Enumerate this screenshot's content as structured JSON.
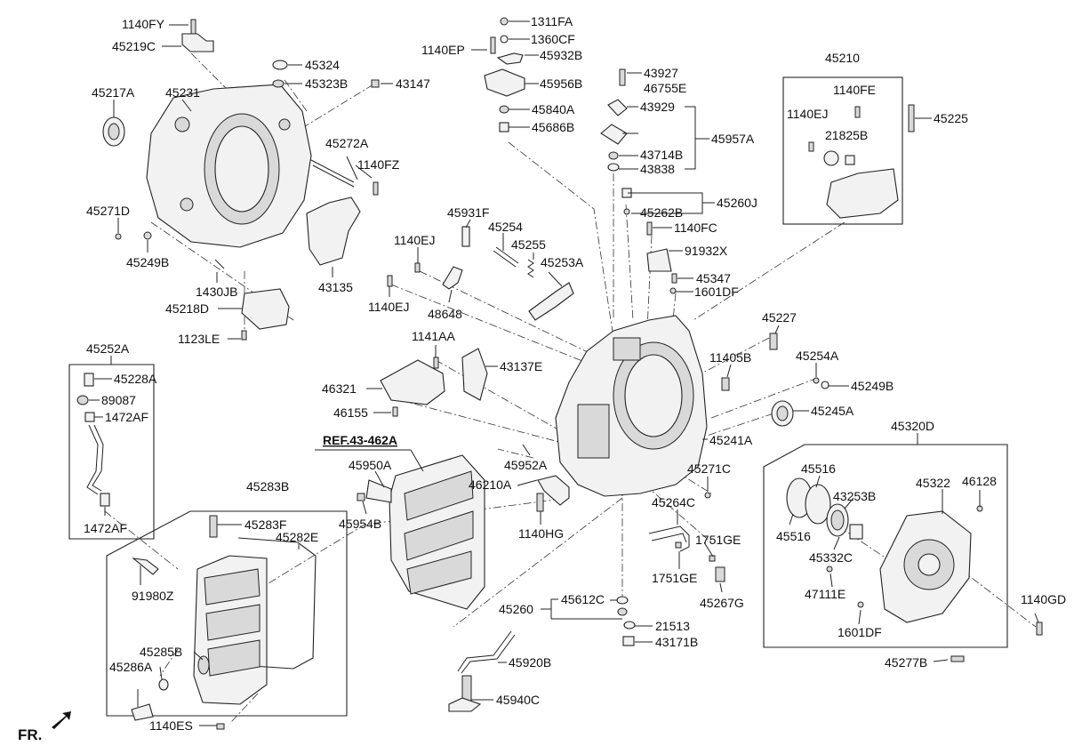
{
  "labels": {
    "l_1140FY": "1140FY",
    "l_45219C": "45219C",
    "l_1311FA": "1311FA",
    "l_1140EP": "1140EP",
    "l_1360CF": "1360CF",
    "l_45932B": "45932B",
    "l_45324": "45324",
    "l_45323B": "45323B",
    "l_43147": "43147",
    "l_45956B": "45956B",
    "l_43927": "43927",
    "l_46755E": "46755E",
    "l_45210": "45210",
    "l_1140FE": "1140FE",
    "l_45217A": "45217A",
    "l_45231": "45231",
    "l_45840A": "45840A",
    "l_43929": "43929",
    "l_45686B": "45686B",
    "l_1140EJ_top": "1140EJ",
    "l_45225": "45225",
    "l_21825B": "21825B",
    "l_45957A": "45957A",
    "l_45272A": "45272A",
    "l_43714B": "43714B",
    "l_1140FZ": "1140FZ",
    "l_43838": "43838",
    "l_45271D": "45271D",
    "l_45931F": "45931F",
    "l_45260J": "45260J",
    "l_45262B": "45262B",
    "l_45254": "45254",
    "l_1140EJ_mid": "1140EJ",
    "l_1140FC": "1140FC",
    "l_45249B_left": "45249B",
    "l_45255": "45255",
    "l_91932X": "91932X",
    "l_45253A": "45253A",
    "l_1430JB": "1430JB",
    "l_43135": "43135",
    "l_1140EJ_low": "1140EJ",
    "l_45347": "45347",
    "l_1601DF_mid": "1601DF",
    "l_45218D": "45218D",
    "l_48648": "48648",
    "l_45227": "45227",
    "l_1123LE": "1123LE",
    "l_1141AA": "1141AA",
    "l_45252A": "45252A",
    "l_11405B": "11405B",
    "l_45254A": "45254A",
    "l_45228A": "45228A",
    "l_46321": "46321",
    "l_43137E": "43137E",
    "l_45249B_right": "45249B",
    "l_89087": "89087",
    "l_46155": "46155",
    "l_45245A": "45245A",
    "l_1472AF_top": "1472AF",
    "l_45320D": "45320D",
    "l_45241A": "45241A",
    "l_ref": "REF.43-462A",
    "l_45952A": "45952A",
    "l_45950A": "45950A",
    "l_45516_top": "45516",
    "l_45271C": "45271C",
    "l_46210A": "46210A",
    "l_43253B": "43253B",
    "l_45322": "45322",
    "l_46128": "46128",
    "l_45283B": "45283B",
    "l_45264C": "45264C",
    "l_45954B": "45954B",
    "l_1472AF_bottom": "1472AF",
    "l_45516_bot": "45516",
    "l_45283F": "45283F",
    "l_1140HG": "1140HG",
    "l_45282E": "45282E",
    "l_1751GE_a": "1751GE",
    "l_45332C": "45332C",
    "l_91980Z": "91980Z",
    "l_1751GE_b": "1751GE",
    "l_47111E": "47111E",
    "l_45612C": "45612C",
    "l_45267G": "45267G",
    "l_1140GD": "1140GD",
    "l_45260": "45260",
    "l_21513": "21513",
    "l_1601DF_right": "1601DF",
    "l_45285B": "45285B",
    "l_43171B": "43171B",
    "l_45286A": "45286A",
    "l_45920B": "45920B",
    "l_45277B": "45277B",
    "l_45940C": "45940C",
    "l_1140ES": "1140ES",
    "l_FR": "FR."
  }
}
